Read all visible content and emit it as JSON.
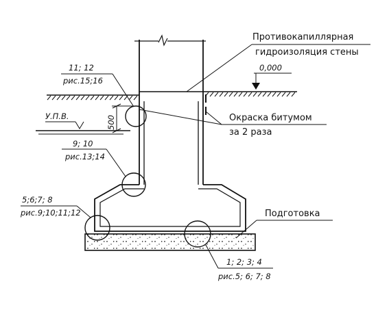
{
  "labels": {
    "waterproofing_line1": "Противокапиллярная",
    "waterproofing_line2": "гидроизоляция стены",
    "level_mark": "0,000",
    "bitumen_line1": "Окраска битумом",
    "bitumen_line2": "за 2 раза",
    "preparation": "Подготовка",
    "groundwater": "У.П.В.",
    "dimension_500": "500"
  },
  "references": {
    "ref_top_a": "11; 12",
    "ref_top_b": "рис.15;16",
    "ref_mid_a": "9; 10",
    "ref_mid_b": "рис.13;14",
    "ref_low_a": "5;6;7; 8",
    "ref_low_b": "рис.9;10;11;12",
    "ref_bottom_a": "1; 2; 3; 4",
    "ref_bottom_b": "рис.5; 6; 7; 8"
  }
}
